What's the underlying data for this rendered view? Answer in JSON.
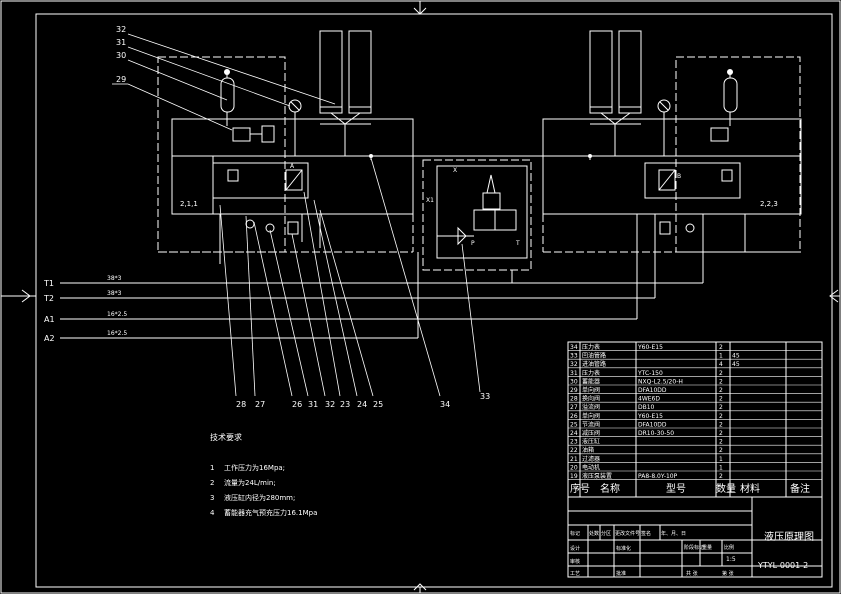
{
  "callouts_top": [
    "32",
    "31",
    "30",
    "29"
  ],
  "callouts_bottom": [
    "28",
    "27",
    "26",
    "31",
    "32",
    "23",
    "24",
    "25",
    "34",
    "33"
  ],
  "ports": {
    "lines": [
      {
        "label": "T1",
        "spec": "38*3"
      },
      {
        "label": "T2",
        "spec": "38*3"
      },
      {
        "label": "A1",
        "spec": "16*2.5"
      },
      {
        "label": "A2",
        "spec": "16*2.5"
      }
    ]
  },
  "block_labels": {
    "left": "2,1,1",
    "right": "2,2,3"
  },
  "valve_ports": {
    "a": "A",
    "b": "B",
    "p": "P",
    "t": "T",
    "x": "X",
    "x1": "X1"
  },
  "tech_req": {
    "title": "技术要求",
    "items": [
      {
        "num": "1",
        "text": "工作压力为16Mpa;"
      },
      {
        "num": "2",
        "text": "流量为24L/min;"
      },
      {
        "num": "3",
        "text": "液压缸内径为280mm;"
      },
      {
        "num": "4",
        "text": "蓄能器充气预充压力16.1Mpa"
      }
    ]
  },
  "bom": {
    "rows": [
      {
        "num": "34",
        "name": "压力表",
        "model": "Y60-E15",
        "qty": "2",
        "note": ""
      },
      {
        "num": "33",
        "name": "回油管路",
        "model": "",
        "qty": "1",
        "note": "45"
      },
      {
        "num": "32",
        "name": "进油管路",
        "model": "",
        "qty": "4",
        "note": "45"
      },
      {
        "num": "31",
        "name": "压力表",
        "model": "YTC-150",
        "qty": "2",
        "note": ""
      },
      {
        "num": "30",
        "name": "蓄能器",
        "model": "NXQ-L2.5/20-H",
        "qty": "2",
        "note": ""
      },
      {
        "num": "29",
        "name": "单向阀",
        "model": "DFA10DD",
        "qty": "2",
        "note": ""
      },
      {
        "num": "28",
        "name": "换向阀",
        "model": "4WE6D",
        "qty": "2",
        "note": ""
      },
      {
        "num": "27",
        "name": "溢流阀",
        "model": "DB10",
        "qty": "2",
        "note": ""
      },
      {
        "num": "26",
        "name": "单向阀",
        "model": "Y60-E15",
        "qty": "2",
        "note": ""
      },
      {
        "num": "25",
        "name": "节流阀",
        "model": "DFA10DD",
        "qty": "2",
        "note": ""
      },
      {
        "num": "24",
        "name": "减压阀",
        "model": "DR10-30-50",
        "qty": "2",
        "note": ""
      },
      {
        "num": "23",
        "name": "液压缸",
        "model": "",
        "qty": "2",
        "note": ""
      },
      {
        "num": "22",
        "name": "油箱",
        "model": "",
        "qty": "2",
        "note": ""
      },
      {
        "num": "21",
        "name": "过滤器",
        "model": "",
        "qty": "1",
        "note": ""
      },
      {
        "num": "20",
        "name": "电动机",
        "model": "",
        "qty": "1",
        "note": ""
      },
      {
        "num": "19",
        "name": "液压泵装置",
        "model": "PA8-8.0Y-10P",
        "qty": "2",
        "note": ""
      }
    ],
    "header": {
      "num": "序号",
      "name": "名称",
      "model": "型号",
      "qty": "数量",
      "material": "材料",
      "note": "备注"
    }
  },
  "title_block": {
    "drawing_title": "液压原理图",
    "drawing_code": "YTYL-0001-2",
    "row_labels": [
      "标记",
      "处数",
      "分区",
      "更改文件号",
      "签名",
      "年、月、日"
    ],
    "sign_labels": [
      "设计",
      "标准化"
    ],
    "check_labels": [
      "审核",
      "工艺",
      "批准"
    ],
    "stage_labels": [
      "阶段标记",
      "重量",
      "比例"
    ],
    "sheet_labels": [
      "共 张",
      "第 张"
    ],
    "scale": "1:5"
  }
}
